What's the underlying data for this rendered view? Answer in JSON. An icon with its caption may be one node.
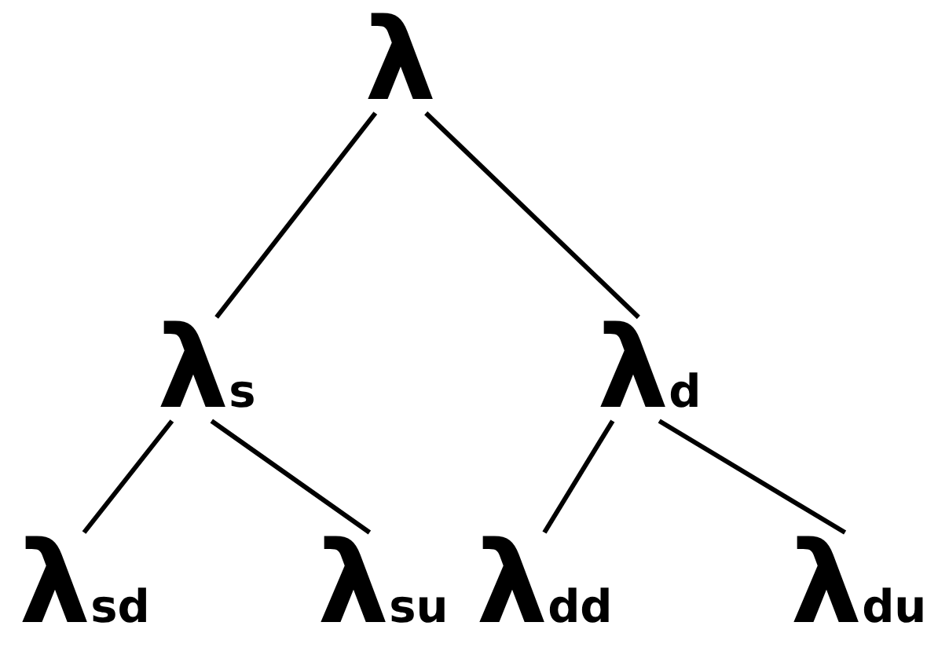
{
  "diagram": {
    "nodes": [
      {
        "text": [
          "λ"
        ]
      },
      {
        "text": [
          "λ$_{s}$"
        ]
      },
      {
        "text": [
          "λ$_{d}$"
        ]
      },
      {
        "text": [
          "λ$_{sd}$"
        ]
      },
      {
        "text": [
          "λ$_{su}$"
        ]
      },
      {
        "text": [
          "λ$_{dd}$"
        ]
      },
      {
        "text": [
          "λ$_{du}$"
        ]
      }
    ],
    "edges": [
      {
        "from": 0,
        "to": 1,
        "arrow": "none"
      },
      {
        "from": 0,
        "to": 2,
        "arrow": "none"
      },
      {
        "from": 1,
        "to": 3,
        "arrow": "none"
      },
      {
        "from": 1,
        "to": 4,
        "arrow": "none"
      },
      {
        "from": 2,
        "to": 5,
        "arrow": "none"
      },
      {
        "from": 2,
        "to": 6,
        "arrow": "none"
      }
    ]
  }
}
